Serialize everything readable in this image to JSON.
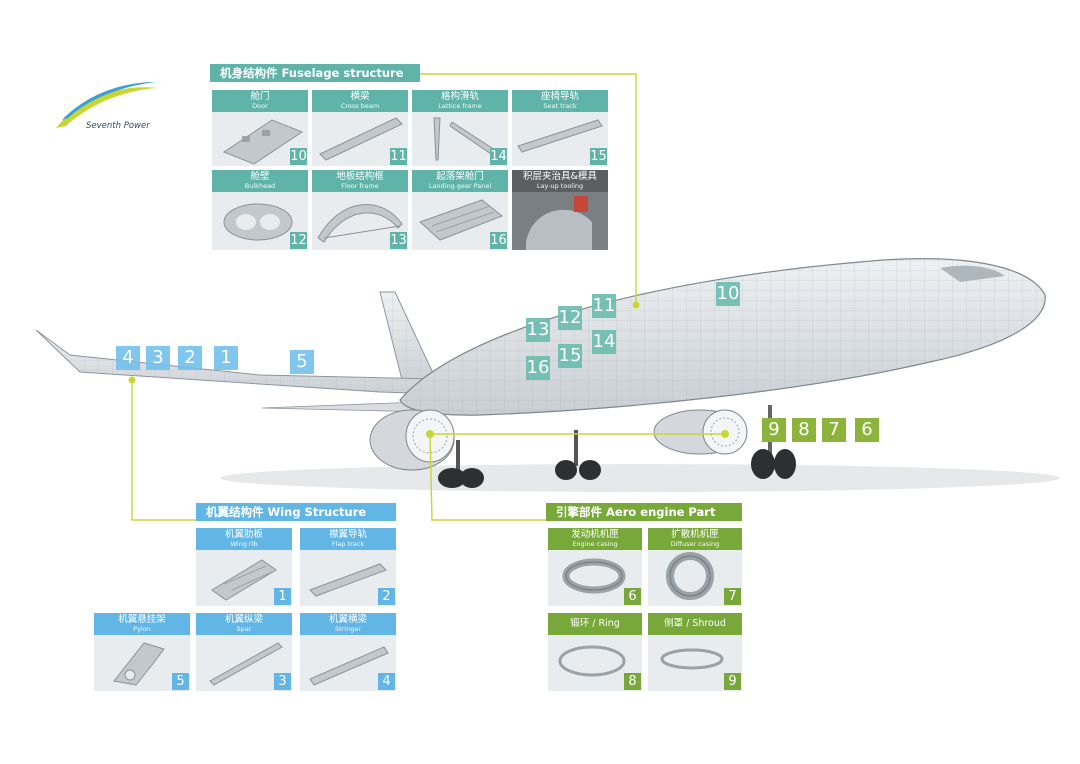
{
  "brand": {
    "name": "Seventh Power",
    "colors": {
      "teal": "#5fb3a8",
      "blue": "#62b6e6",
      "green": "#79a83a"
    }
  },
  "fuselage": {
    "title": "机身结构件  Fuselage structure",
    "items": [
      {
        "zh": "舱门",
        "en": "Door",
        "num": "10"
      },
      {
        "zh": "横梁",
        "en": "Cross beam",
        "num": "11"
      },
      {
        "zh": "格构滑轨",
        "en": "Lattice frame",
        "num": "14"
      },
      {
        "zh": "座椅导轨",
        "en": "Seat track",
        "num": "15"
      },
      {
        "zh": "舱壁",
        "en": "Bulkhead",
        "num": "12"
      },
      {
        "zh": "地板结构框",
        "en": "Floor frame",
        "num": "13"
      },
      {
        "zh": "起落架舱门",
        "en": "Landing gear Panel",
        "num": "16"
      },
      {
        "zh": "积层夹治具&模具",
        "en": "Lay-up tooling",
        "num": ""
      }
    ]
  },
  "wing": {
    "title": "机翼结构件  Wing Structure",
    "items": [
      {
        "zh": "机翼肋板",
        "en": "Wing rib",
        "num": "1"
      },
      {
        "zh": "襟翼导轨",
        "en": "Flap track",
        "num": "2"
      },
      {
        "zh": "机翼悬挂架",
        "en": "Pylon",
        "num": "5"
      },
      {
        "zh": "机翼纵梁",
        "en": "Spar",
        "num": "3"
      },
      {
        "zh": "机翼横梁",
        "en": "Stringer",
        "num": "4"
      }
    ]
  },
  "engine": {
    "title": "引擎部件  Aero engine Part",
    "items": [
      {
        "zh": "发动机机匣",
        "en": "Engine casing",
        "num": "6"
      },
      {
        "zh": "扩散机机匣",
        "en": "Diffuser casing",
        "num": "7"
      },
      {
        "zh": "锻环 / Ring",
        "en": "",
        "num": "8"
      },
      {
        "zh": "侧罩 / Shroud",
        "en": "",
        "num": "9"
      }
    ]
  },
  "plane_labels": {
    "wing": [
      "4",
      "3",
      "2",
      "1",
      "5"
    ],
    "fuselage": [
      "11",
      "12",
      "13",
      "14",
      "15",
      "16",
      "10"
    ],
    "engine": [
      "9",
      "8",
      "7",
      "6"
    ]
  }
}
